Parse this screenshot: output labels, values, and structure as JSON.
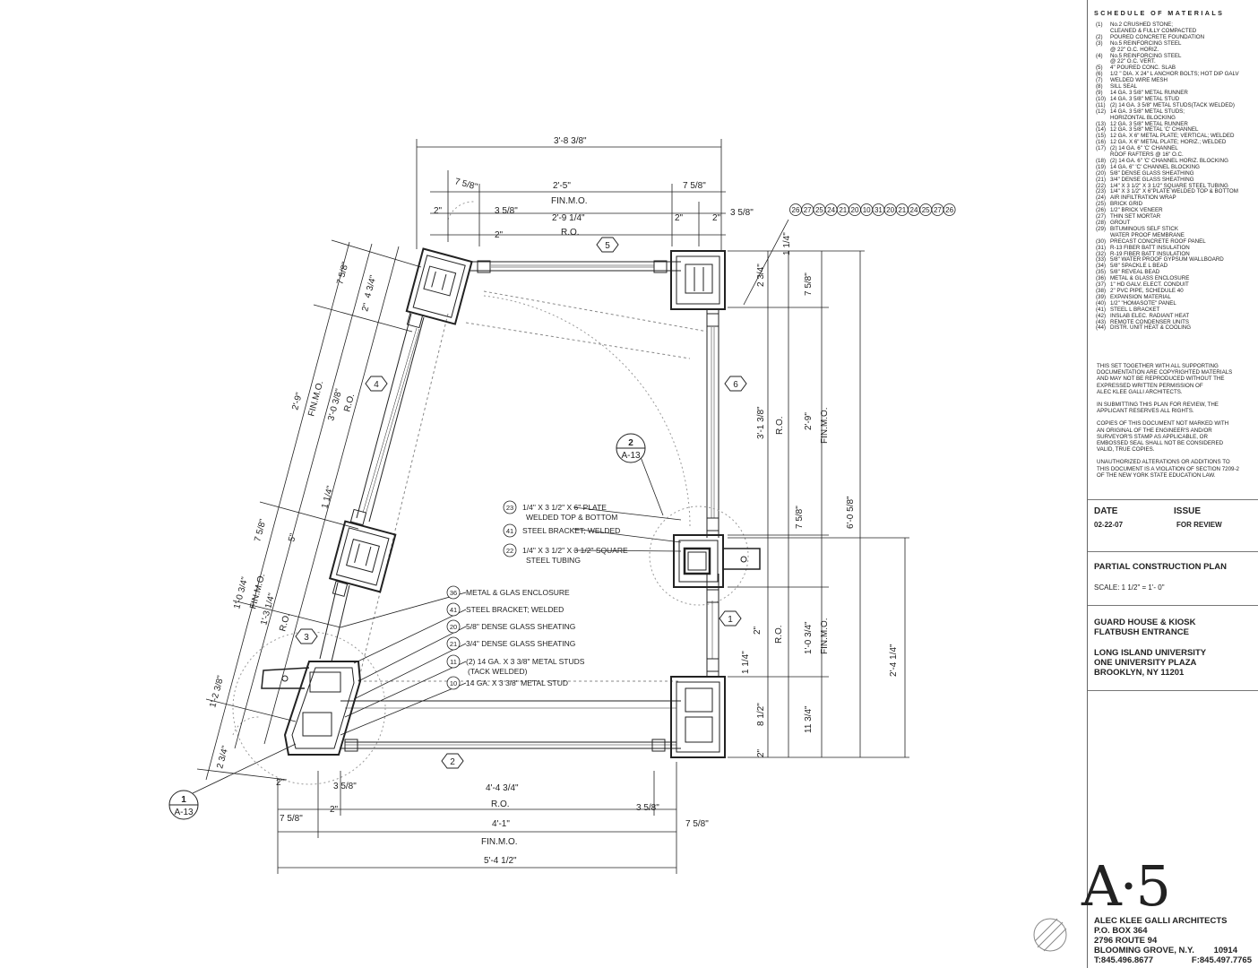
{
  "schedule": {
    "title": "SCHEDULE OF MATERIALS",
    "items": [
      {
        "n": "(1)",
        "t": "No.2 CRUSHED STONE;"
      },
      {
        "n": "",
        "t": "CLEANED & FULLY COMPACTED"
      },
      {
        "n": "(2)",
        "t": "POURED CONCRETE FOUNDATION"
      },
      {
        "n": "(3)",
        "t": "No.5 REINFORCING STEEL"
      },
      {
        "n": "",
        "t": "@ 22\" O.C. HORIZ."
      },
      {
        "n": "(4)",
        "t": "No.5 REINFORCING STEEL"
      },
      {
        "n": "",
        "t": "@ 22\" O.C. VERT."
      },
      {
        "n": "(5)",
        "t": "4\" POURED CONC. SLAB"
      },
      {
        "n": "(6)",
        "t": "1/2 \" DIA. X 24\" L ANCHOR BOLTS; HOT DIP GALV"
      },
      {
        "n": "(7)",
        "t": "WELDED WIRE MESH"
      },
      {
        "n": "(8)",
        "t": "SILL SEAL"
      },
      {
        "n": "(9)",
        "t": "14 GA. 3 5/8\" METAL RUNNER"
      },
      {
        "n": "(10)",
        "t": "14 GA. 3 5/8\" METAL STUD"
      },
      {
        "n": "(11)",
        "t": "(2) 14 GA. 3 5/8\" METAL STUDS(TACK WELDED)"
      },
      {
        "n": "(12)",
        "t": "14 GA. 3 5/8\" METAL STUDS;"
      },
      {
        "n": "",
        "t": "HORIZONTAL BLOCKING"
      },
      {
        "n": "(13)",
        "t": "12 GA. 3 5/8\" METAL RUNNER"
      },
      {
        "n": "(14)",
        "t": "12 GA. 3 5/8\" METAL 'C' CHANNEL"
      },
      {
        "n": "(15)",
        "t": "12 GA. X 6\" METAL PLATE; VERTICAL; WELDED"
      },
      {
        "n": "(16)",
        "t": "12 GA. X 6\" METAL PLATE; HORIZ.; WELDED"
      },
      {
        "n": "(17)",
        "t": "(2) 14 GA. 6\" 'C' CHANNEL"
      },
      {
        "n": "",
        "t": "ROOF RAFTERS @ 16\" O.C."
      },
      {
        "n": "(18)",
        "t": "(2) 14 GA. 6\" 'C' CHANNEL HORIZ. BLOCKING"
      },
      {
        "n": "(19)",
        "t": "14 GA. 6\" 'C' CHANNEL BLOCKING"
      },
      {
        "n": "(20)",
        "t": "5/8\" DENSE GLASS SHEATHING"
      },
      {
        "n": "(21)",
        "t": "3/4\" DENSE GLASS SHEATHING"
      },
      {
        "n": "(22)",
        "t": "1/4\" X 3 1/2\" X 3 1/2\" SQUARE STEEL TUBING"
      },
      {
        "n": "(23)",
        "t": "1/4\" X 3 1/2\" X 6\"PLATE WELDED TOP & BOTTOM"
      },
      {
        "n": "(24)",
        "t": "AIR INFILTRATION WRAP"
      },
      {
        "n": "(25)",
        "t": "BRICK GRID"
      },
      {
        "n": "(26)",
        "t": "1/2\" BRICK VENEER"
      },
      {
        "n": "(27)",
        "t": "THIN SET MORTAR"
      },
      {
        "n": "(28)",
        "t": "GROUT"
      },
      {
        "n": "(29)",
        "t": "BITUMINOUS SELF STICK"
      },
      {
        "n": "",
        "t": "WATER PROOF MEMBRANE"
      },
      {
        "n": "(30)",
        "t": "PRECAST CONCRETE ROOF PANEL"
      },
      {
        "n": "(31)",
        "t": "R-13 FIBER BATT INSULATION"
      },
      {
        "n": "(32)",
        "t": "R-19 FIBER BATT INSULATION"
      },
      {
        "n": "(33)",
        "t": "5/8\" WATER PROOF GYPSUM WALLBOARD"
      },
      {
        "n": "(34)",
        "t": "5/8\" SPACKLE L BEAD"
      },
      {
        "n": "(35)",
        "t": "5/8\" REVEAL BEAD"
      },
      {
        "n": "(36)",
        "t": "METAL & GLASS ENCLOSURE"
      },
      {
        "n": "(37)",
        "t": "1\" HD GALV. ELECT. CONDUIT"
      },
      {
        "n": "(38)",
        "t": "2\" PVC PIPE, SCHEDULE 40"
      },
      {
        "n": "(39)",
        "t": "EXPANSION MATERIAL"
      },
      {
        "n": "(40)",
        "t": "1/2\" \"HOMASOTE\" PANEL"
      },
      {
        "n": "(41)",
        "t": "STEEL L BRACKET"
      },
      {
        "n": "(42)",
        "t": "INSLAB ELEC. RADIANT HEAT"
      },
      {
        "n": "(43)",
        "t": "REMOTE CONDENSER UNITS"
      },
      {
        "n": "(44)",
        "t": "DISTR. UNIT HEAT & COOLING"
      }
    ]
  },
  "notes": [
    "THIS SET TOGETHER WITH ALL SUPPORTING\nDOCUMENTATION ARE COPYRIGHTED MATERIALS\nAND MAY NOT BE REPRODUCED WITHOUT THE\nEXPRESSED WRITTEN PERMISSION OF\nALEC KLEE GALLI ARCHITECTS.",
    "IN SUBMITTING THIS PLAN FOR REVIEW, THE\nAPPLICANT RESERVES ALL RIGHTS.",
    "COPIES OF THIS DOCUMENT NOT MARKED WITH\nAN ORIGINAL OF THE ENGINEER'S AND/OR\nSURVEYOR'S STAMP AS APPLICABLE, OR\nEMBOSSED SEAL SHALL NOT BE CONSIDERED\nVALID, TRUE COPIES.",
    "UNAUTHORIZED ALTERATIONS OR ADDITIONS TO\nTHIS DOCUMENT IS A VIOLATION OF SECTION 7209-2\nOF THE NEW YORK STATE EDUCATION LAW."
  ],
  "issue": {
    "date_label": "DATE",
    "issue_label": "ISSUE",
    "date": "02-22-07",
    "status": "FOR REVIEW"
  },
  "drawing": {
    "title": "PARTIAL CONSTRUCTION PLAN",
    "scale": "SCALE: 1 1/2\" = 1'- 0\""
  },
  "project": {
    "name1": "GUARD HOUSE & KIOSK",
    "name2": "FLATBUSH ENTRANCE",
    "client1": "LONG ISLAND UNIVERSITY",
    "client2": "ONE UNIVERSITY PLAZA",
    "client3": "BROOKLYN, NY  11201"
  },
  "sheet": "A·5",
  "firm": {
    "name": "ALEC  KLEE  GALLI  ARCHITECTS",
    "box": "P.O. BOX 364",
    "street": "2796 ROUTE 94",
    "city": "BLOOMING GROVE, N.Y.",
    "zip": "10914",
    "tel": "T:845.496.8677",
    "fax": "F:845.497.7765"
  },
  "plan": {
    "dims": {
      "top_overall": "3'-8 3/8\"",
      "top_fin": "2'-5\"",
      "top_fin_label": "FIN.M.O.",
      "top_ro": "2'-9 1/4\"",
      "top_ro_label": "R.O.",
      "d_7_5_8": "7 5/8\"",
      "d_3_5_8": "3 5/8\"",
      "d_2": "2\"",
      "d_1_1_4": "1 1/4\"",
      "d_2_3_4": "2 3/4\"",
      "d_4_3_4": "4 3/4\"",
      "d_5": "5\"",
      "d_8_1_2": "8 1/2\"",
      "d_11_3_4": "11 3/4\"",
      "right_ro": "3'-1 3/8\"",
      "right_fin": "2'-9\"",
      "right_overall": "6'-0 5/8\"",
      "right_lower": "2'-4 1/4\"",
      "right_fin2": "1'-0 3/4\"",
      "left_fin": "2'-9\"",
      "left_ro": "3'-0 3/8\"",
      "left_fin2": "1'-0 3/4\"",
      "left_ro2": "1'-3 1/4\"",
      "left_low": "1'-2 3/8\"",
      "bot_ro": "4'-4 3/4\"",
      "bot_fin": "4'-1\"",
      "bot_overall": "5'-4 1/2\"",
      "fin": "FIN.M.O.",
      "ro": "R.O."
    },
    "tags": [
      "1",
      "2",
      "3",
      "4",
      "5",
      "6"
    ],
    "keynote_row": [
      "26",
      "27",
      "25",
      "24",
      "21",
      "20",
      "10",
      "31",
      "20",
      "21",
      "24",
      "25",
      "27",
      "26"
    ],
    "ref1": {
      "num": "1",
      "sheet": "A-13"
    },
    "ref2": {
      "num": "2",
      "sheet": "A-13"
    },
    "callouts_detail": [
      {
        "n": "23",
        "l1": "1/4\" X 3 1/2\" X 6\" PLATE",
        "l2": "WELDED TOP & BOTTOM"
      },
      {
        "n": "41",
        "l1": "STEEL BRACKET; WELDED",
        "l2": ""
      },
      {
        "n": "22",
        "l1": "1/4\" X 3 1/2\" X 3 1/2\" SQUARE",
        "l2": "STEEL TUBING"
      }
    ],
    "callouts_wall": [
      {
        "n": "36",
        "l1": "METAL & GLAS ENCLOSURE",
        "l2": ""
      },
      {
        "n": "41",
        "l1": "STEEL BRACKET; WELDED",
        "l2": ""
      },
      {
        "n": "20",
        "l1": "5/8\" DENSE GLASS SHEATING",
        "l2": ""
      },
      {
        "n": "21",
        "l1": "3/4\" DENSE GLASS SHEATING",
        "l2": ""
      },
      {
        "n": "11",
        "l1": "(2) 14 GA. X 3 3/8\" METAL STUDS",
        "l2": "(TACK WELDED)"
      },
      {
        "n": "10",
        "l1": "14 GA. X 3 3/8\" METAL STUD",
        "l2": ""
      }
    ]
  }
}
